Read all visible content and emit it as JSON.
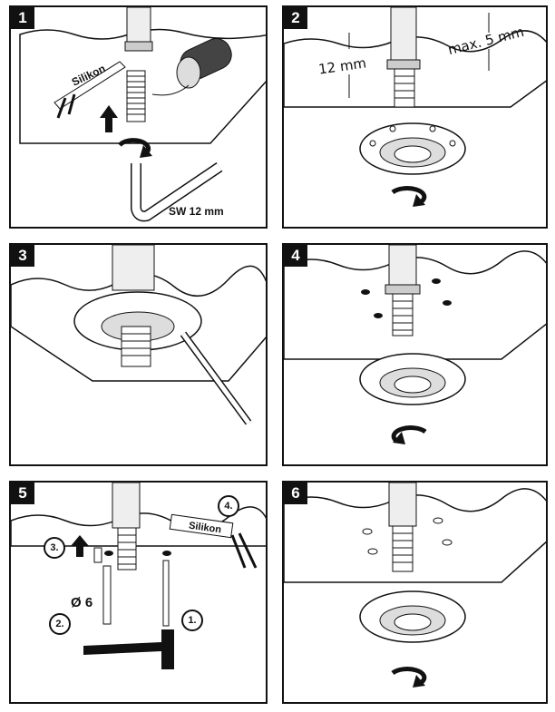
{
  "steps": [
    {
      "number": "1",
      "labels": {
        "sealant": "Silikon",
        "wrench": "SW 12 mm"
      }
    },
    {
      "number": "2",
      "labels": {
        "depth": "12 mm",
        "max": "max. 5 mm"
      }
    },
    {
      "number": "3"
    },
    {
      "number": "4"
    },
    {
      "number": "5",
      "labels": {
        "sealant": "Silikon",
        "drill_size": "Ø 6",
        "step_1": "1.",
        "step_2": "2.",
        "step_3": "3.",
        "step_4": "4."
      }
    },
    {
      "number": "6"
    }
  ],
  "icons": [
    "rotate-icon",
    "up-arrow-icon",
    "hammer-icon",
    "hex-key-icon",
    "sealant-gun-icon",
    "drill-bit-icon",
    "dowel-screw-icon",
    "flange-icon"
  ]
}
